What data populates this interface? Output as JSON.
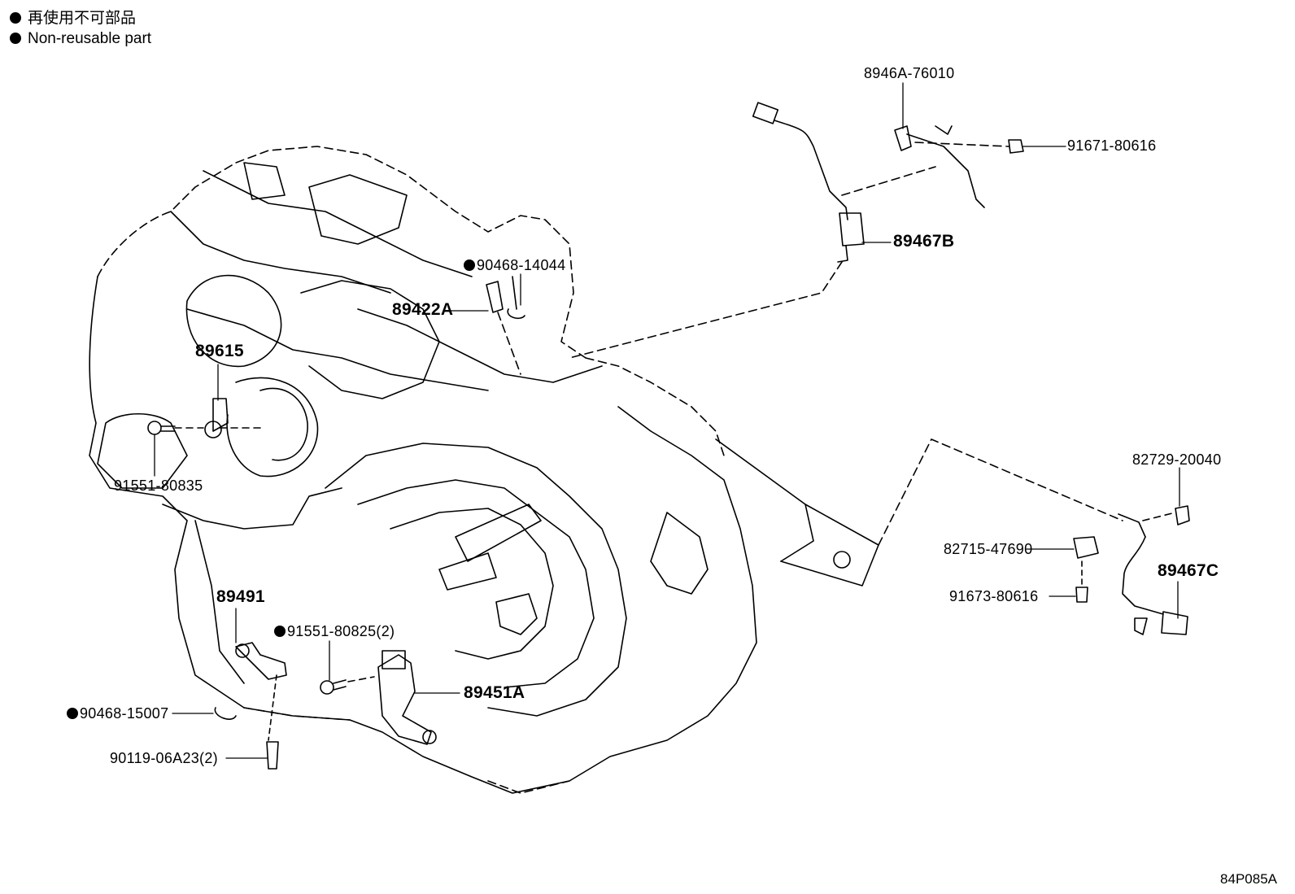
{
  "legend": {
    "line_jp": "再使用不可部品",
    "line_en": "Non-reusable part"
  },
  "labels": {
    "p8946A_76010": "8946A-76010",
    "p91671_80616": "91671-80616",
    "p89467B": "89467B",
    "p90468_14044": "90468-14044",
    "p89422A": "89422A",
    "p89615": "89615",
    "p91551_80835": "91551-80835",
    "p82729_20040": "82729-20040",
    "p82715_47690": "82715-47690",
    "p89467C": "89467C",
    "p91673_80616": "91673-80616",
    "p89491": "89491",
    "p91551_80825": "91551-80825(2)",
    "p89451A": "89451A",
    "p90468_15007": "90468-15007",
    "p90119_06A23": "90119-06A23(2)"
  },
  "diagram_code": "84P085A"
}
